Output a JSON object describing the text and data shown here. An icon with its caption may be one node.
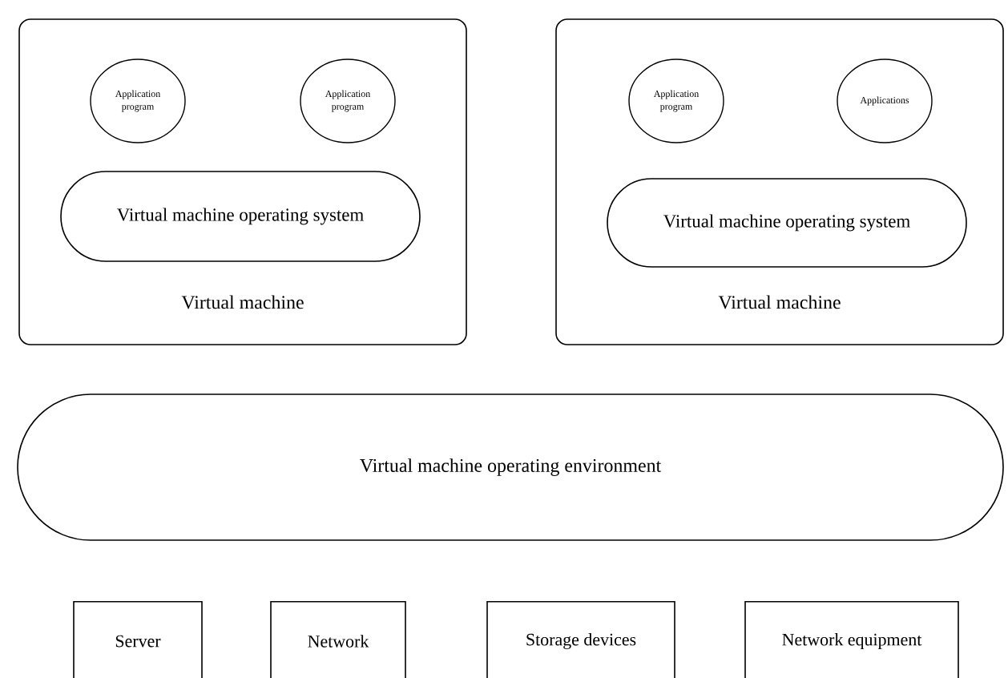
{
  "diagram": {
    "nodes": [
      {
        "text": [
          "Virtual machine"
        ]
      },
      {
        "text": [
          "Application program"
        ],
        "in": 0
      },
      {
        "text": [
          "Application program"
        ],
        "in": 0
      },
      {
        "text": [
          "Virtual machine operating system"
        ],
        "in": 0
      },
      {
        "text": [
          "Virtual machine"
        ]
      },
      {
        "text": [
          "Application program"
        ],
        "in": 4
      },
      {
        "text": [
          "Applications"
        ],
        "in": 4
      },
      {
        "text": [
          "Virtual machine operating system"
        ],
        "in": 4
      },
      {
        "text": [
          "Virtual machine operating environment"
        ]
      },
      {
        "text": [
          "Server"
        ]
      },
      {
        "text": [
          "Network"
        ]
      },
      {
        "text": [
          "Storage devices"
        ]
      },
      {
        "text": [
          "Network equipment"
        ]
      }
    ]
  }
}
